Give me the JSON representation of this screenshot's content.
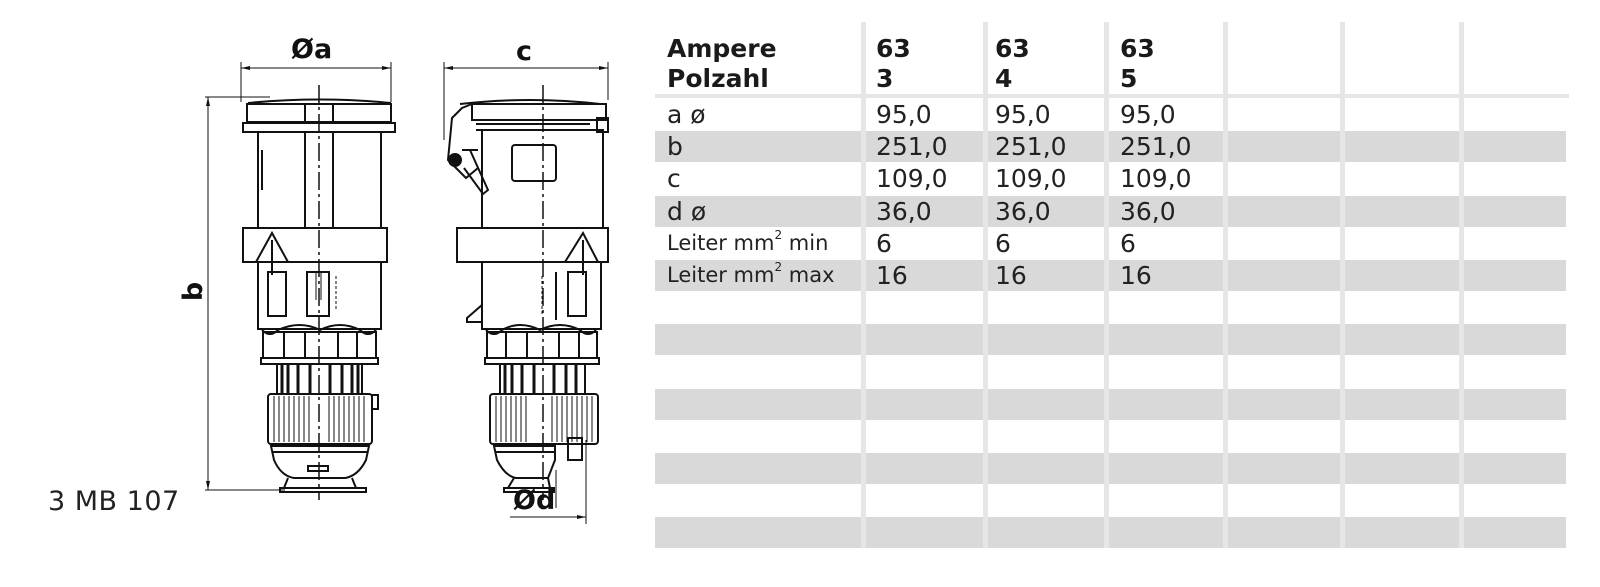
{
  "product_code": "3 MB 107",
  "drawing": {
    "front_view": {
      "dimension_a_label": "Øa",
      "dimension_b_label": "b"
    },
    "side_view": {
      "dimension_c_label": "c",
      "dimension_d_label": "Ød"
    }
  },
  "table": {
    "header": {
      "row1_label": "Ampere",
      "row2_label": "Polzahl",
      "columns": [
        {
          "ampere": "63",
          "polzahl": "3"
        },
        {
          "ampere": "63",
          "polzahl": "4"
        },
        {
          "ampere": "63",
          "polzahl": "5"
        },
        {
          "ampere": "",
          "polzahl": ""
        },
        {
          "ampere": "",
          "polzahl": ""
        },
        {
          "ampere": "",
          "polzahl": ""
        },
        {
          "ampere": "",
          "polzahl": ""
        }
      ]
    },
    "rows": [
      {
        "label": "a ø",
        "values": [
          "95,0",
          "95,0",
          "95,0",
          "",
          "",
          "",
          ""
        ]
      },
      {
        "label": "b",
        "values": [
          "251,0",
          "251,0",
          "251,0",
          "",
          "",
          "",
          ""
        ]
      },
      {
        "label": "c",
        "values": [
          "109,0",
          "109,0",
          "109,0",
          "",
          "",
          "",
          ""
        ]
      },
      {
        "label": "d ø",
        "values": [
          "36,0",
          "36,0",
          "36,0",
          "",
          "",
          "",
          ""
        ]
      },
      {
        "label_prefix": "Leiter mm",
        "label_sup": "2",
        "label_suffix": " min",
        "values": [
          "6",
          "6",
          "6",
          "",
          "",
          "",
          ""
        ]
      },
      {
        "label_prefix": "Leiter mm",
        "label_sup": "2",
        "label_suffix": " max",
        "values": [
          "16",
          "16",
          "16",
          "",
          "",
          "",
          ""
        ]
      },
      {
        "label": "",
        "values": [
          "",
          "",
          "",
          "",
          "",
          "",
          ""
        ]
      },
      {
        "label": "",
        "values": [
          "",
          "",
          "",
          "",
          "",
          "",
          ""
        ]
      },
      {
        "label": "",
        "values": [
          "",
          "",
          "",
          "",
          "",
          "",
          ""
        ]
      },
      {
        "label": "",
        "values": [
          "",
          "",
          "",
          "",
          "",
          "",
          ""
        ]
      },
      {
        "label": "",
        "values": [
          "",
          "",
          "",
          "",
          "",
          "",
          ""
        ]
      },
      {
        "label": "",
        "values": [
          "",
          "",
          "",
          "",
          "",
          "",
          ""
        ]
      },
      {
        "label": "",
        "values": [
          "",
          "",
          "",
          "",
          "",
          "",
          ""
        ]
      },
      {
        "label": "",
        "values": [
          "",
          "",
          "",
          "",
          "",
          "",
          ""
        ]
      }
    ]
  },
  "colors": {
    "stripe": "#d9d9d9",
    "grid_line": "#e6e6e6",
    "text": "#1a1a1a"
  }
}
